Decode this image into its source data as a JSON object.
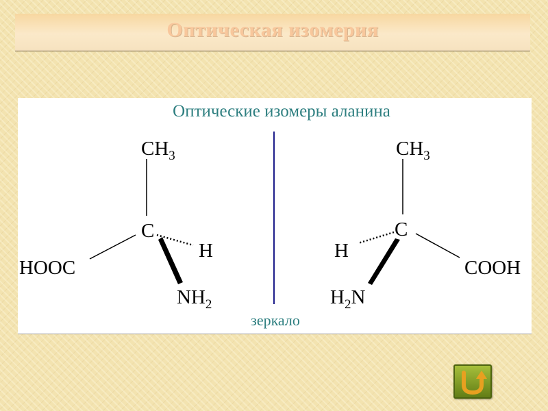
{
  "slide": {
    "title": "Оптическая изомерия"
  },
  "figure": {
    "heading": "Оптические изомеры аланина",
    "mirror_label": "зеркало",
    "left_molecule": {
      "ch3": "CH",
      "ch3_sub": "3",
      "center": "C",
      "h": "H",
      "cooh": "HOOC",
      "nh2": "NH",
      "nh2_sub": "2"
    },
    "right_molecule": {
      "ch3": "CH",
      "ch3_sub": "3",
      "center": "C",
      "h": "H",
      "cooh": "COOH",
      "nh2_pre": "H",
      "nh2_sub": "2",
      "nh2_post": "N"
    }
  },
  "colors": {
    "heading": "#2e7f80",
    "mirror_line": "#1c1c8a",
    "title": "#f8c79c",
    "nav_button": "#7d9a1f",
    "nav_arrow": "#e8a020"
  },
  "nav": {
    "back_icon": "u-turn-arrow-icon"
  }
}
